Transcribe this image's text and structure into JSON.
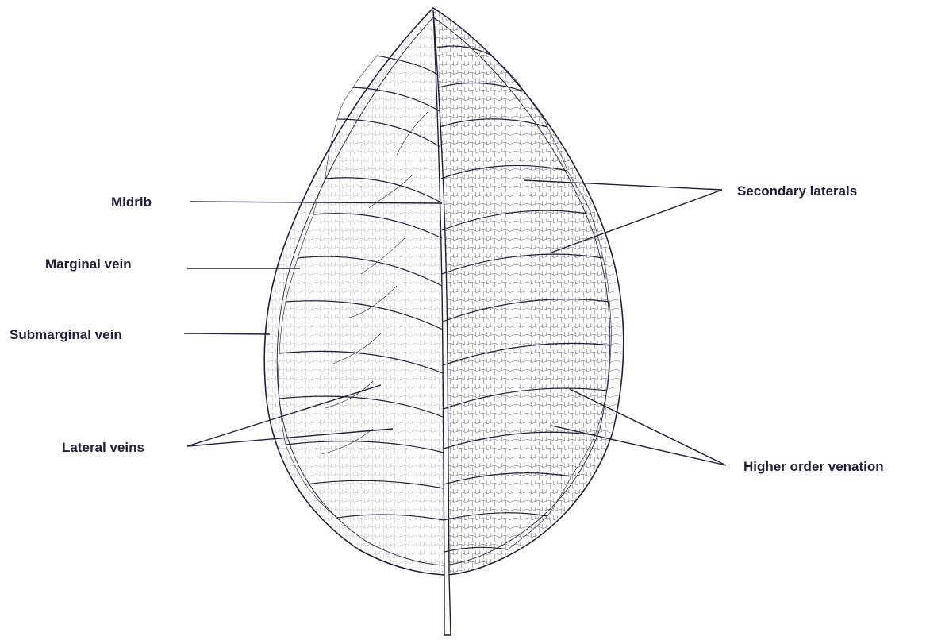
{
  "labels": {
    "midrib": "Midrib",
    "marginal_vein": "Marginal vein",
    "submarginal_vein": "Submarginal vein",
    "lateral_veins": "Lateral veins",
    "secondary_laterals": "Secondary laterals",
    "higher_order_venation": "Higher order venation"
  },
  "colors": {
    "ink": "#1e1f3a",
    "background": "#ffffff"
  }
}
